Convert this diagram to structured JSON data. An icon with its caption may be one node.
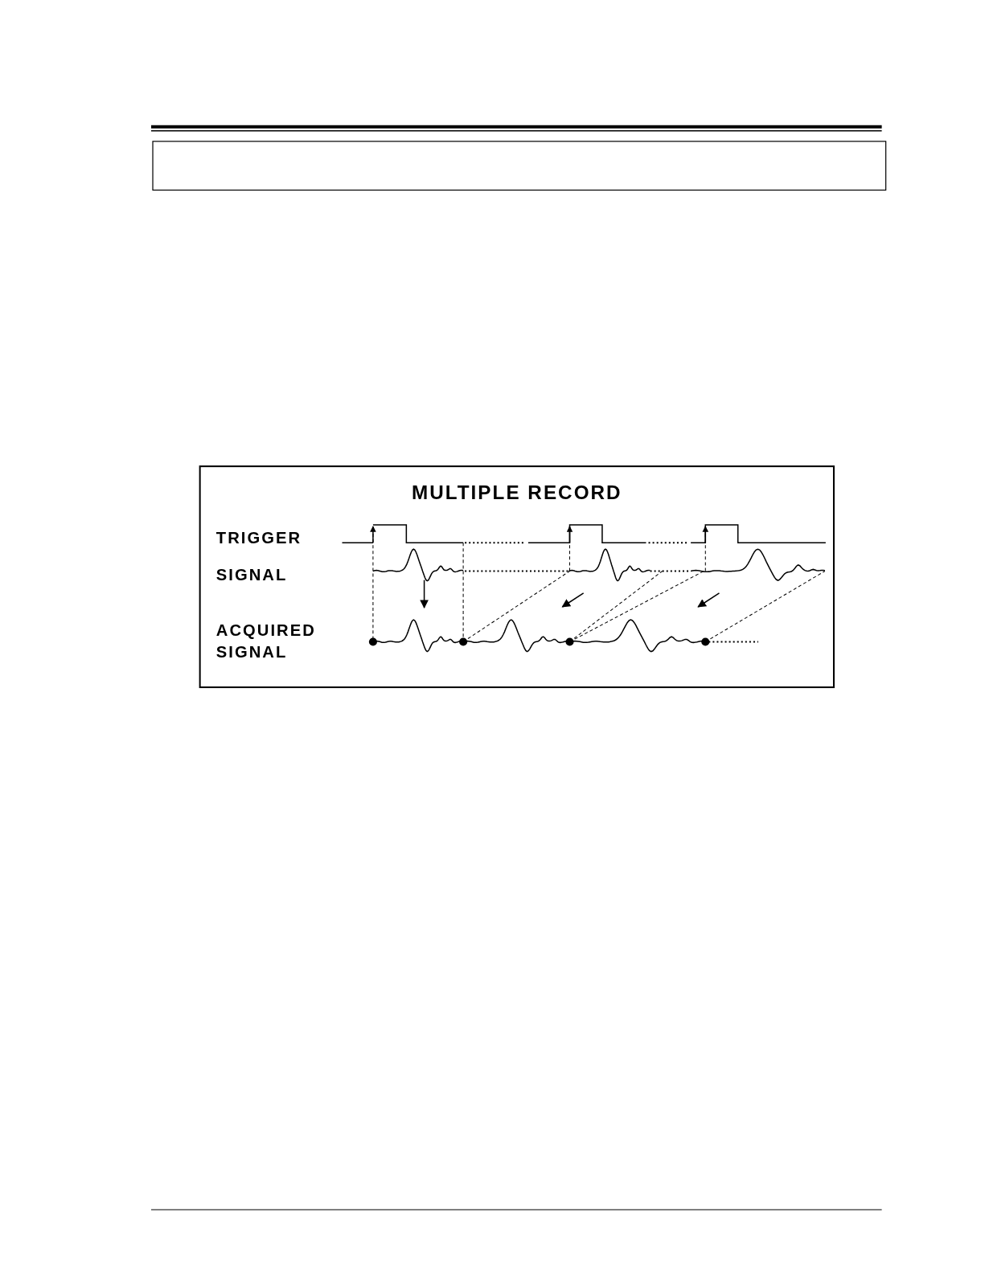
{
  "diagram": {
    "title": "MULTIPLE RECORD",
    "labels": [
      "TRIGGER",
      "SIGNAL",
      "ACQUIRED SIGNAL"
    ]
  }
}
